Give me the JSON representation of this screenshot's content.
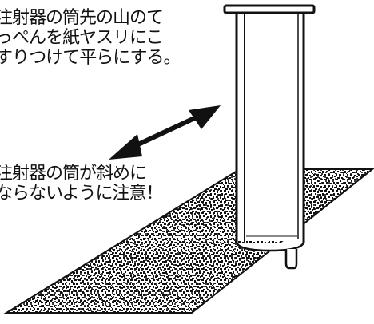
{
  "annotations": {
    "top_lines": [
      "注射器の筒先の山のて",
      "っぺんを紙ヤスリにこ",
      "すりつけて平らにする。"
    ],
    "bottom_lines": [
      "注射器の筒が斜めに",
      "ならないように注意！"
    ]
  },
  "colors": {
    "ink": "#111111",
    "paper": "#ffffff"
  },
  "icons": {
    "arrow": "double-headed-arrow",
    "syringe": "syringe-barrel",
    "sandpaper": "sandpaper-sheet"
  }
}
